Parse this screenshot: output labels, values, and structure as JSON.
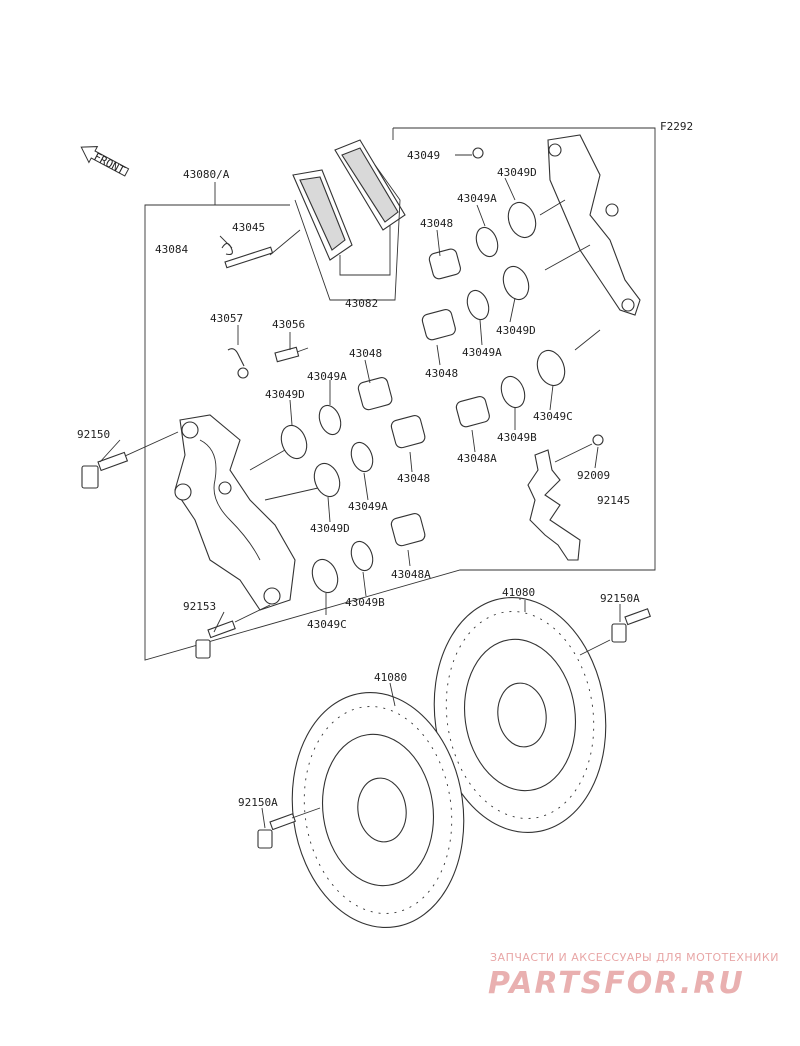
{
  "diagram": {
    "code": "F2292",
    "front_arrow": "FRONT",
    "labels": {
      "caliper_asm": "43080/A",
      "pin": "43045",
      "pin_clip": "43084",
      "pads": "43082",
      "bleeder_cap": "43057",
      "bleeder_valve": "43056",
      "bolt_left": "92150",
      "bolt_lower": "92153",
      "spring": "43049",
      "ring_d_top": "43049D",
      "ring_a_top": "43049A",
      "piston_top": "43048",
      "ring_d_mid_right": "43049D",
      "ring_a_mid_right": "43049A",
      "piston_mid_right": "43048",
      "piston_center_top": "43048",
      "ring_a_center": "43049A",
      "ring_d_center": "43049D",
      "piston_center_mid": "43048",
      "ring_a_center_low": "43049A",
      "ring_d_center_low": "43049D",
      "piston_center_low": "43048A",
      "ring_b_center_low": "43049B",
      "ring_c_center_low": "43049C",
      "ring_c_right": "43049C",
      "ring_b_right": "43049B",
      "piston_right": "43048A",
      "nut_right": "92009",
      "bracket_right": "92145",
      "disc_upper": "41080",
      "disc_lower": "41080",
      "bolt_disc_upper": "92150A",
      "bolt_disc_lower": "92150A"
    }
  },
  "watermark": {
    "caption": "ЗАПЧАСТИ И АКСЕССУАРЫ ДЛЯ МОТОТЕХНИКИ",
    "logo": "PARTSFOR.RU"
  }
}
